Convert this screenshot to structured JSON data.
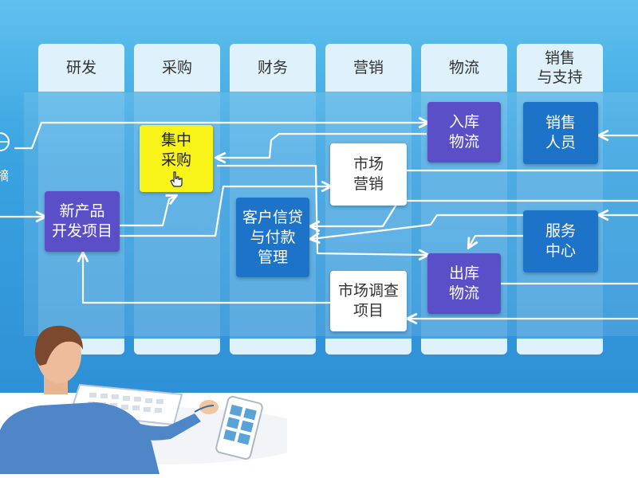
{
  "columns": [
    {
      "id": "rd",
      "lines": [
        "研发"
      ]
    },
    {
      "id": "purchasing",
      "lines": [
        "采购"
      ]
    },
    {
      "id": "finance",
      "lines": [
        "财务"
      ]
    },
    {
      "id": "marketing",
      "lines": [
        "营销"
      ]
    },
    {
      "id": "logistics",
      "lines": [
        "物流"
      ]
    },
    {
      "id": "sales-support",
      "lines": [
        "销售",
        "与支持"
      ]
    }
  ],
  "nodes": {
    "central_purchasing": {
      "lines": [
        "集中",
        "采购"
      ],
      "color": "#f8f41a"
    },
    "new_product": {
      "lines": [
        "新产品",
        "开发项目"
      ],
      "color": "#5a4fc6"
    },
    "customer_credit": {
      "lines": [
        "客户信贷",
        "与付款",
        "管理"
      ],
      "color": "#1d73c8"
    },
    "market_marketing": {
      "lines": [
        "市场",
        "营销"
      ],
      "color": "#ffffff"
    },
    "market_research": {
      "lines": [
        "市场调查",
        "项目"
      ],
      "color": "#ffffff"
    },
    "inbound_logistics": {
      "lines": [
        "入库",
        "物流"
      ],
      "color": "#5a4fc6"
    },
    "outbound_logistics": {
      "lines": [
        "出库",
        "物流"
      ],
      "color": "#5a4fc6"
    },
    "sales_staff": {
      "lines": [
        "销售",
        "人员"
      ],
      "color": "#1d73c8"
    },
    "service_center": {
      "lines": [
        "服务",
        "中心"
      ],
      "color": "#1d73c8"
    }
  },
  "left_edge_text": "摘",
  "icons": [
    "hand-cursor-icon",
    "globe-icon",
    "computer-user-illustration",
    "keyboard-icon",
    "tablet-icon"
  ]
}
